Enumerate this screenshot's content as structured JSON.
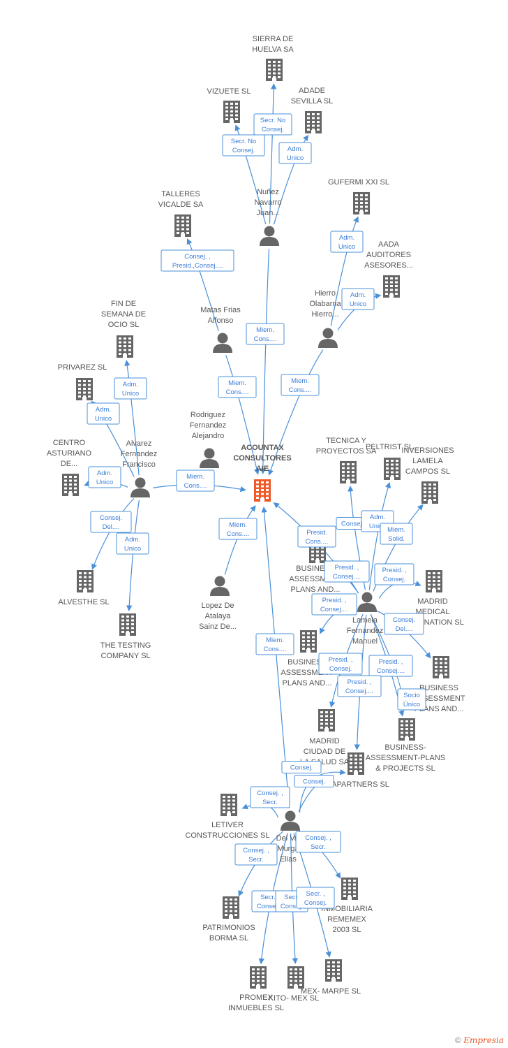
{
  "colors": {
    "company": "#666666",
    "main": "#f05a28",
    "person": "#666666",
    "edge": "#4a90d9",
    "edge_text": "#3b7dd8"
  },
  "nodes": [
    {
      "id": "main",
      "type": "main",
      "lines": [
        "ACOUNTAX",
        "CONSULTORES",
        "AIE"
      ]
    },
    {
      "id": "sierra",
      "type": "company",
      "lines": [
        "SIERRA DE",
        "HUELVA SA"
      ]
    },
    {
      "id": "vizuete",
      "type": "company",
      "lines": [
        "VIZUETE SL"
      ]
    },
    {
      "id": "adade",
      "type": "company",
      "lines": [
        "ADADE",
        "SEVILLA SL"
      ]
    },
    {
      "id": "gufermi",
      "type": "company",
      "lines": [
        "GUFERMI XXI SL"
      ]
    },
    {
      "id": "aada",
      "type": "company",
      "lines": [
        "AADA",
        "AUDITORES",
        "ASESORES..."
      ]
    },
    {
      "id": "talleres",
      "type": "company",
      "lines": [
        "TALLERES",
        "VICALDE SA"
      ]
    },
    {
      "id": "finsemana",
      "type": "company",
      "lines": [
        "FIN DE",
        "SEMANA DE",
        "OCIO SL"
      ]
    },
    {
      "id": "privarez",
      "type": "company",
      "lines": [
        "PRIVAREZ SL"
      ]
    },
    {
      "id": "centro",
      "type": "company",
      "lines": [
        "CENTRO",
        "ASTURIANO",
        "DE..."
      ]
    },
    {
      "id": "alvesthe",
      "type": "company",
      "lines": [
        "ALVESTHE SL"
      ]
    },
    {
      "id": "testing",
      "type": "company",
      "lines": [
        "THE TESTING",
        "COMPANY SL"
      ]
    },
    {
      "id": "tecnica",
      "type": "company",
      "lines": [
        "TECNICA Y",
        "PROYECTOS SA"
      ]
    },
    {
      "id": "peltrist",
      "type": "company",
      "lines": [
        "PELTRIST SL"
      ]
    },
    {
      "id": "inversiones",
      "type": "company",
      "lines": [
        "INVERSIONES",
        "LAMELA",
        "CAMPOS SL"
      ]
    },
    {
      "id": "bap1",
      "type": "company",
      "lines": [
        "BUSINESS",
        "ASSESSMENT",
        "PLANS AND..."
      ]
    },
    {
      "id": "madridmed",
      "type": "company",
      "lines": [
        "MADRID",
        "MEDICAL",
        "DESTINATION SL"
      ]
    },
    {
      "id": "bap2",
      "type": "company",
      "lines": [
        "BUSINESS",
        "ASSESSMENT",
        "PLANS AND..."
      ]
    },
    {
      "id": "bap3",
      "type": "company",
      "lines": [
        "BUSINESS",
        "ASSESSMENT",
        "PLANS AND..."
      ]
    },
    {
      "id": "madridsalud",
      "type": "company",
      "lines": [
        "MADRID",
        "CIUDAD DE",
        "LA SALUD SA"
      ]
    },
    {
      "id": "bapprojects",
      "type": "company",
      "lines": [
        "BUSINESS-",
        "ASSESSMENT-PLANS",
        "& PROJECTS SL"
      ]
    },
    {
      "id": "rmapartners",
      "type": "company",
      "lines": [
        "RMAPARTNERS SL"
      ]
    },
    {
      "id": "letiver",
      "type": "company",
      "lines": [
        "LETIVER",
        "CONSTRUCCIONES SL"
      ]
    },
    {
      "id": "inmobiliaria",
      "type": "company",
      "lines": [
        "INMOBILIARIA",
        "REMEMEX",
        "2003 SL"
      ]
    },
    {
      "id": "patrimonios",
      "type": "company",
      "lines": [
        "PATRIMONIOS",
        "BORMA SL"
      ]
    },
    {
      "id": "promex",
      "type": "company",
      "lines": [
        "PROMEX",
        "INMUEBLES SL"
      ]
    },
    {
      "id": "kitomex",
      "type": "company",
      "lines": [
        "KITO- MEX SL"
      ]
    },
    {
      "id": "mexmarpe",
      "type": "company",
      "lines": [
        "MEX- MARPE SL"
      ]
    },
    {
      "id": "nunez",
      "type": "person",
      "lines": [
        "Nuñez",
        "Navarro",
        "Juan..."
      ]
    },
    {
      "id": "hierro",
      "type": "person",
      "lines": [
        "Hierro",
        "Olabarria",
        "Hierro..."
      ]
    },
    {
      "id": "matas",
      "type": "person",
      "lines": [
        "Matas Frias",
        "Alfonso"
      ]
    },
    {
      "id": "rodriguez",
      "type": "person",
      "lines": [
        "Rodriguez",
        "Fernandez",
        "Alejandro"
      ]
    },
    {
      "id": "alvarez",
      "type": "person",
      "lines": [
        "Alvarez",
        "Fernandez",
        "Francisco"
      ]
    },
    {
      "id": "lopez",
      "type": "person",
      "lines": [
        "Lopez De",
        "Atalaya",
        "Sainz De..."
      ]
    },
    {
      "id": "lamela",
      "type": "person",
      "lines": [
        "Lamela",
        "Fernandez",
        "Manuel"
      ]
    },
    {
      "id": "delval",
      "type": "person",
      "lines": [
        "Del Val",
        "Murga",
        "Elias"
      ]
    }
  ],
  "edges": [
    {
      "lines": [
        "Secr.  No",
        "Consej."
      ]
    },
    {
      "lines": [
        "Secr.  No",
        "Consej."
      ]
    },
    {
      "lines": [
        "Adm.",
        "Unico"
      ]
    },
    {
      "lines": [
        "Miem.",
        "Cons...."
      ]
    },
    {
      "lines": [
        "Adm.",
        "Unico"
      ]
    },
    {
      "lines": [
        "Adm.",
        "Unico"
      ]
    },
    {
      "lines": [
        "Miem.",
        "Cons...."
      ]
    },
    {
      "lines": [
        "Consej. ,",
        "Presid.,Consej...."
      ]
    },
    {
      "lines": [
        "Miem.",
        "Cons...."
      ]
    },
    {
      "lines": [
        "Adm.",
        "Unico"
      ]
    },
    {
      "lines": [
        "Adm.",
        "Unico"
      ]
    },
    {
      "lines": [
        "Adm.",
        "Unico"
      ]
    },
    {
      "lines": [
        "Consej.",
        "Del...."
      ]
    },
    {
      "lines": [
        "Adm.",
        "Unico"
      ]
    },
    {
      "lines": [
        "Miem.",
        "Cons...."
      ]
    },
    {
      "lines": [
        "Miem.",
        "Cons...."
      ]
    },
    {
      "lines": [
        "Consej."
      ]
    },
    {
      "lines": [
        "Presid.",
        "Cons...."
      ]
    },
    {
      "lines": [
        "Adm.",
        "Unico"
      ]
    },
    {
      "lines": [
        "Miem.",
        "Solid."
      ]
    },
    {
      "lines": [
        "Presid. ,",
        "Consej...."
      ]
    },
    {
      "lines": [
        "Presid. ,",
        "Consej."
      ]
    },
    {
      "lines": [
        "Presid. ,",
        "Consej...."
      ]
    },
    {
      "lines": [
        "Consej.",
        "Del...."
      ]
    },
    {
      "lines": [
        "Presid. ,",
        "Consej."
      ]
    },
    {
      "lines": [
        "Presid. ,",
        "Consej...."
      ]
    },
    {
      "lines": [
        "Presid. ,",
        "Consej...."
      ]
    },
    {
      "lines": [
        "Socio",
        "Único"
      ]
    },
    {
      "lines": [
        "Miem.",
        "Cons...."
      ]
    },
    {
      "lines": [
        "Consej."
      ]
    },
    {
      "lines": [
        "Consej."
      ]
    },
    {
      "lines": [
        "Consej. ,",
        "Secr."
      ]
    },
    {
      "lines": [
        "Consej. ,",
        "Secr."
      ]
    },
    {
      "lines": [
        "Consej. ,",
        "Secr."
      ]
    },
    {
      "lines": [
        "Secr.",
        "Consej."
      ]
    },
    {
      "lines": [
        "Secr.",
        "Consej."
      ]
    },
    {
      "lines": [
        "Secr. ,",
        "Consej."
      ]
    }
  ],
  "footer": {
    "copyright": "©",
    "brand": "Empresia"
  }
}
